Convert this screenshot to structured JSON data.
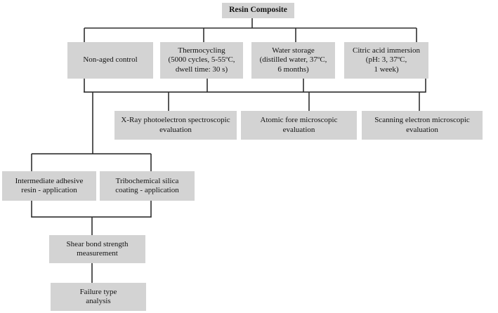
{
  "colors": {
    "box_fill": "#d3d3d3",
    "line": "#2f2f2f",
    "text": "#141414",
    "bg": "#ffffff"
  },
  "nodes": {
    "root": "Resin Composite",
    "non_aged": "Non-aged control",
    "thermocycling": "Thermocycling\n(5000 cycles, 5-55ºC,\ndwell time: 30 s)",
    "water_storage": "Water storage\n(distilled water, 37ºC,\n6 months)",
    "citric_acid": "Citric acid immersion\n(pH: 3, 37ºC,\n1 week)",
    "xps_evaluation": "X-Ray photoelectron spectroscopic\nevaluation",
    "afm_evaluation": "Atomic fore microscopic\nevaluation",
    "sem_evaluation": "Scanning electron microscopic\nevaluation",
    "adhesive_resin": "Intermediate adhesive\nresin - application",
    "silica_coating": "Tribochemical silica\ncoating - application",
    "shear_bond": "Shear bond strength\nmeasurement",
    "failure_analysis": "Failure type\nanalysis"
  }
}
